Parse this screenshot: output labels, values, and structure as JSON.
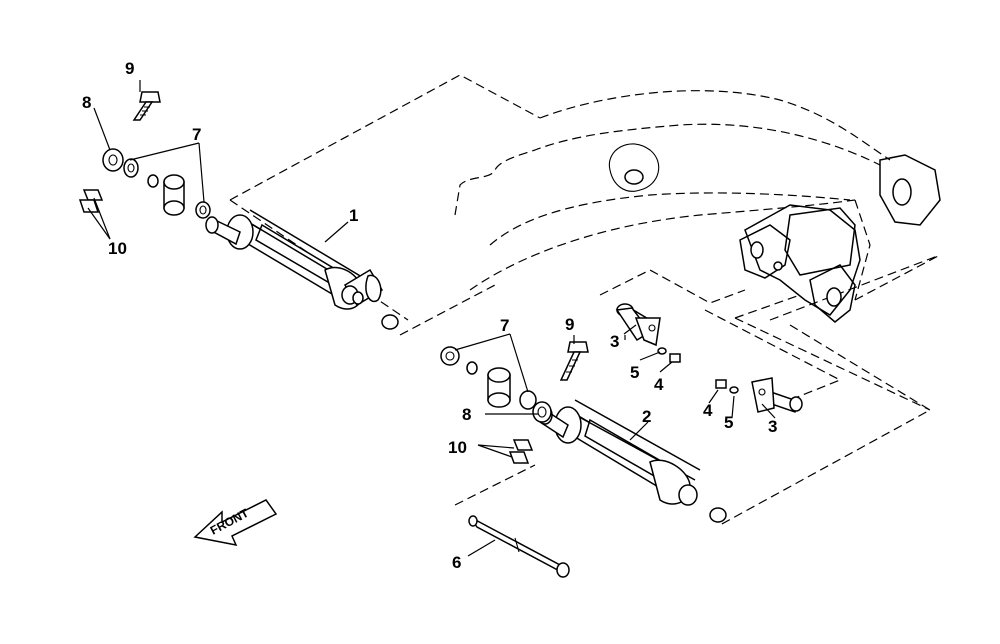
{
  "direction_label": "FRONT",
  "callouts": [
    {
      "id": "c1",
      "text": "1"
    },
    {
      "id": "c2",
      "text": "2"
    },
    {
      "id": "c3a",
      "text": "3"
    },
    {
      "id": "c3b",
      "text": "3"
    },
    {
      "id": "c4a",
      "text": "4"
    },
    {
      "id": "c4b",
      "text": "4"
    },
    {
      "id": "c5a",
      "text": "5"
    },
    {
      "id": "c5b",
      "text": "5"
    },
    {
      "id": "c6",
      "text": "6"
    },
    {
      "id": "c7a",
      "text": "7"
    },
    {
      "id": "c7b",
      "text": "7"
    },
    {
      "id": "c8a",
      "text": "8"
    },
    {
      "id": "c8b",
      "text": "8"
    },
    {
      "id": "c9a",
      "text": "9"
    },
    {
      "id": "c9b",
      "text": "9"
    },
    {
      "id": "c10a",
      "text": "10"
    },
    {
      "id": "c10b",
      "text": "10"
    }
  ]
}
